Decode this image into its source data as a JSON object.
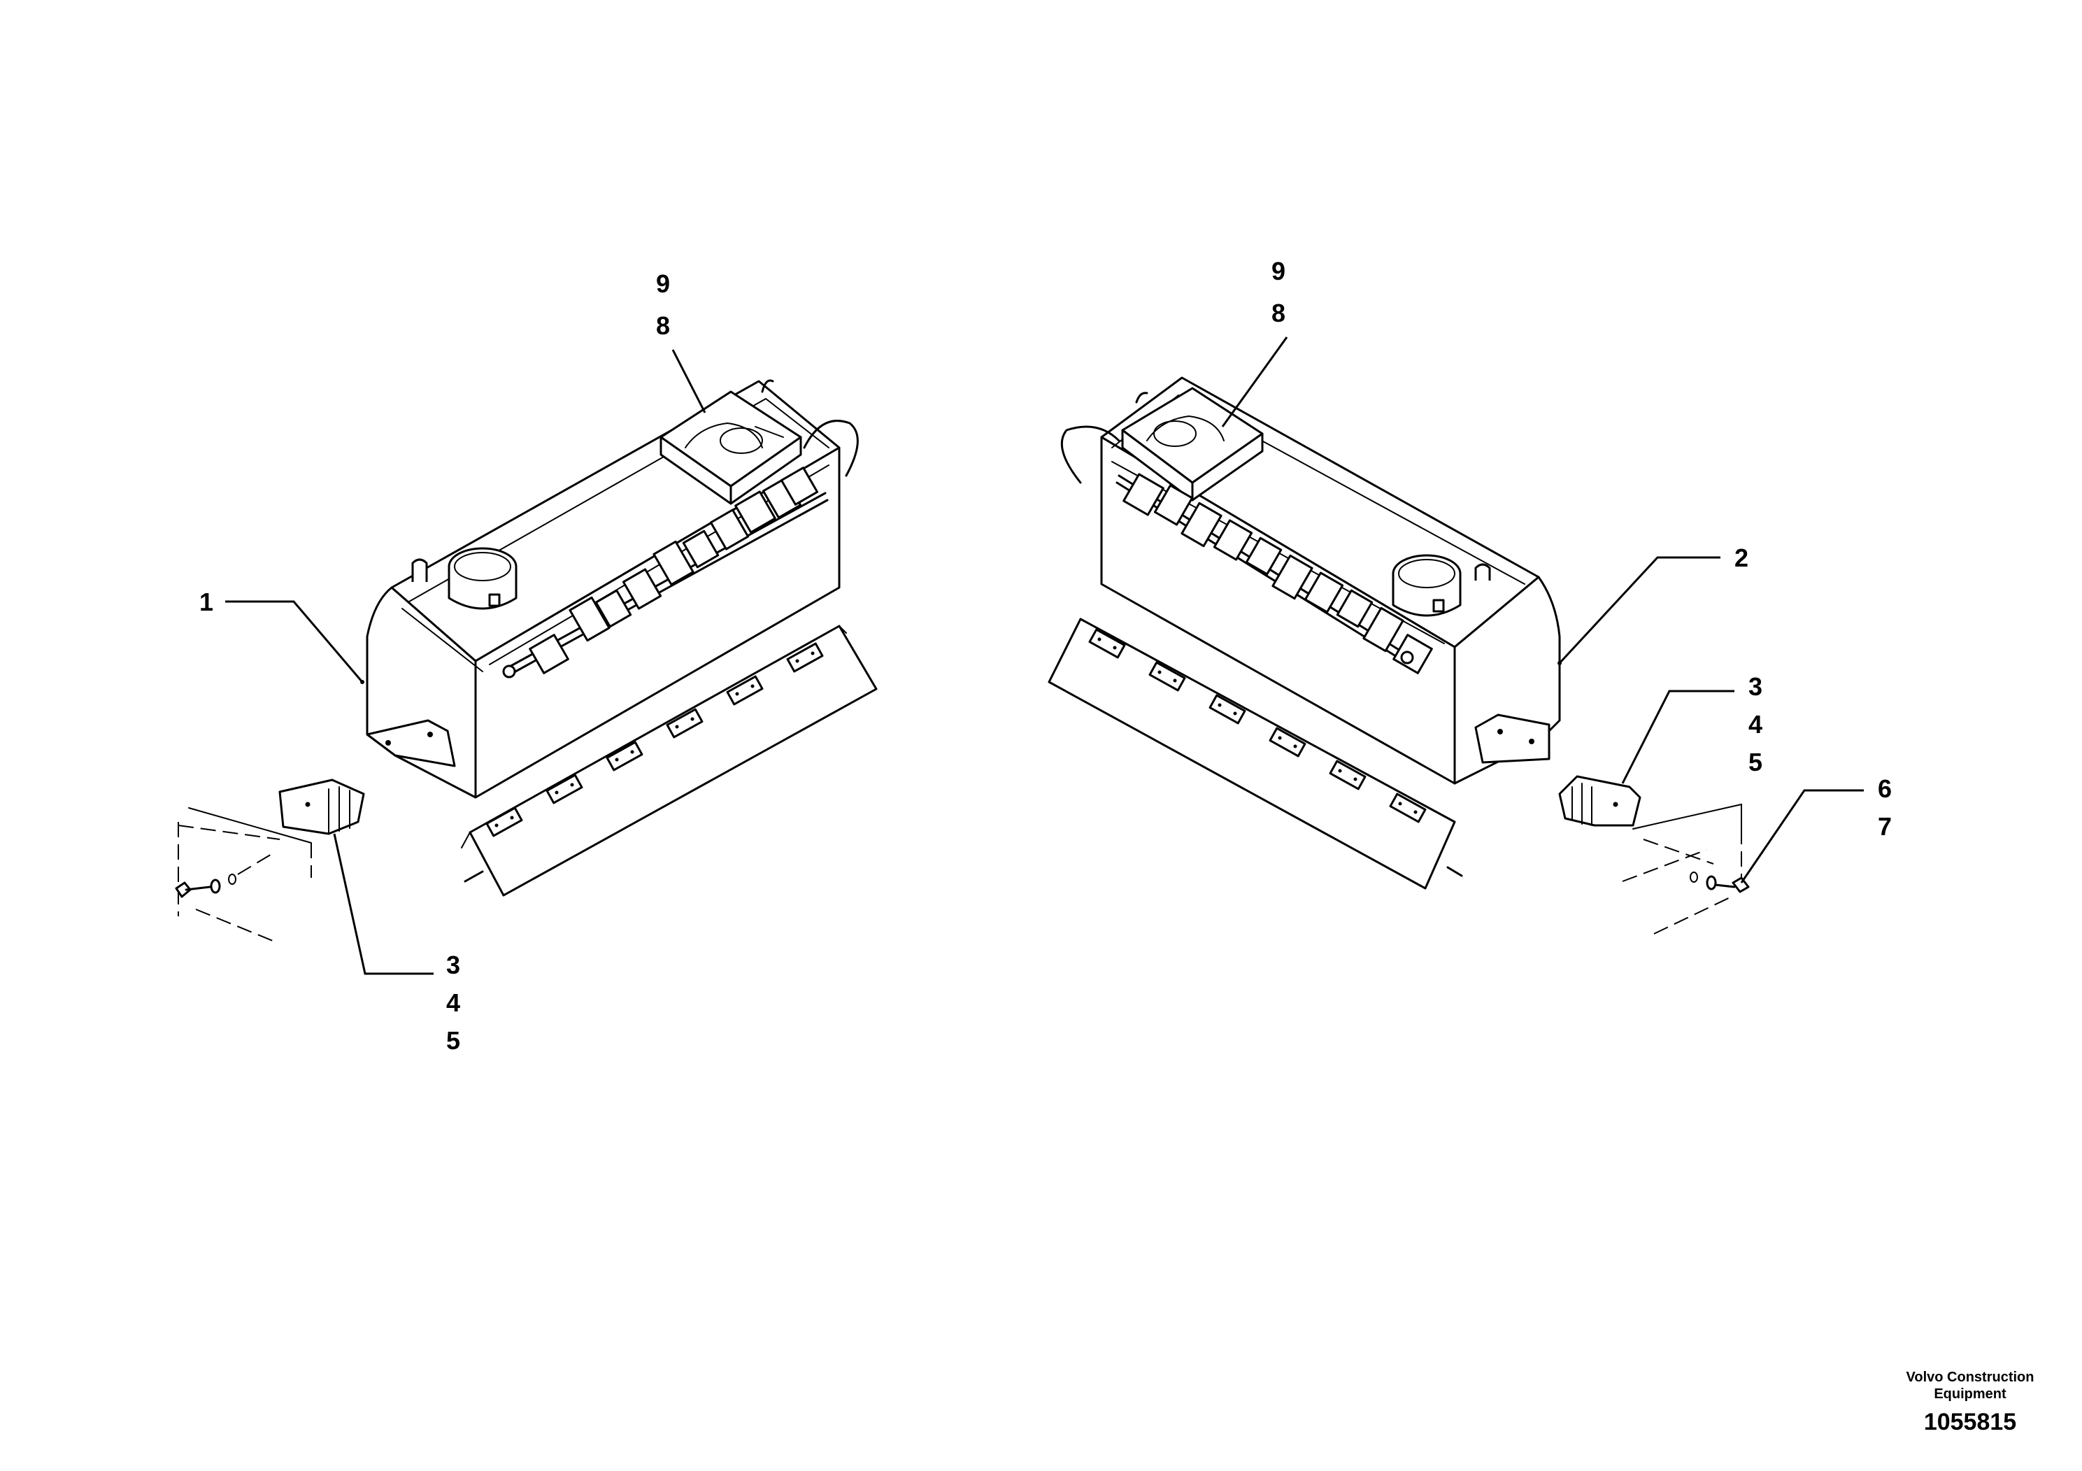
{
  "left_assembly": {
    "callouts": {
      "tank_number": "1",
      "upper_numbers": [
        "9",
        "8"
      ],
      "lower_numbers": [
        "3",
        "4",
        "5"
      ]
    }
  },
  "right_assembly": {
    "callouts": {
      "tank_number": "2",
      "upper_numbers": [
        "9",
        "8"
      ],
      "mount_numbers": [
        "3",
        "4",
        "5"
      ],
      "bolt_numbers": [
        "6",
        "7"
      ]
    }
  },
  "footer": {
    "brand_line1": "Volvo Construction",
    "brand_line2": "Equipment",
    "drawing_number": "1055815"
  }
}
